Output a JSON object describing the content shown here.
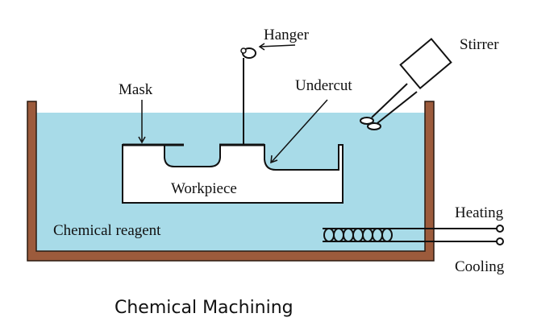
{
  "labels": {
    "hanger": "Hanger",
    "stirrer": "Stirrer",
    "mask": "Mask",
    "undercut": "Undercut",
    "workpiece": "Workpiece",
    "reagent": "Chemical reagent",
    "heating": "Heating",
    "cooling": "Cooling"
  },
  "caption": "Chemical Machining",
  "colors": {
    "reagent": "#a8dbe8",
    "tank": "#9c5b3c",
    "workpiece": "#ffffff",
    "line": "#111111"
  }
}
